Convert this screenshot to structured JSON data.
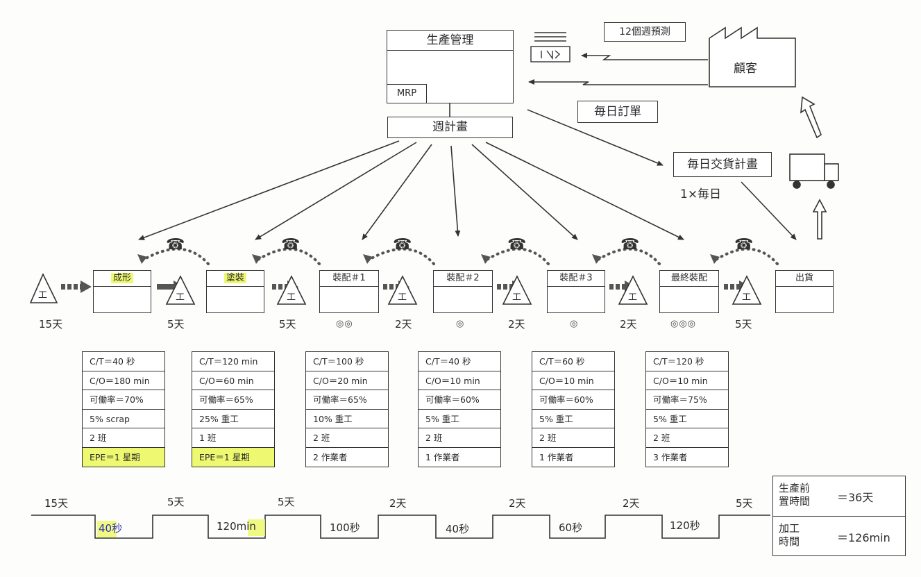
{
  "production_control": {
    "title": "生產管理",
    "mrp": "MRP"
  },
  "weekly_schedule": "週計畫",
  "forecast": "12個週預測",
  "daily_order": "毎日訂單",
  "customer": "顧客",
  "shipping_plan": "毎日交貨計畫",
  "shipping_freq": "1×毎日",
  "inventory_label": "工",
  "phone_glyph": "☎",
  "processes": [
    {
      "name": "成形",
      "highlight": true,
      "operators": ""
    },
    {
      "name": "塗裝",
      "highlight": true,
      "operators": ""
    },
    {
      "name": "裝配＃1",
      "highlight": false,
      "operators": "◎◎"
    },
    {
      "name": "裝配＃2",
      "highlight": false,
      "operators": "◎"
    },
    {
      "name": "裝配＃3",
      "highlight": false,
      "operators": "◎"
    },
    {
      "name": "最終裝配",
      "highlight": false,
      "operators": "◎◎◎"
    },
    {
      "name": "出貨",
      "highlight": false,
      "operators": ""
    }
  ],
  "inventory": [
    "15天",
    "5天",
    "5天",
    "2天",
    "2天",
    "2天",
    "5天"
  ],
  "data_boxes": [
    [
      "C/T＝40 秒",
      "C/O＝180 min",
      "可働率＝70%",
      "5% scrap",
      "2 班",
      "EPE＝1 星期"
    ],
    [
      "C/T＝120 min",
      "C/O＝60 min",
      "可働率＝65%",
      "25% 重工",
      "1 班",
      "EPE＝1 星期"
    ],
    [
      "C/T＝100 秒",
      "C/O＝20 min",
      "可働率＝65%",
      "10% 重工",
      "2 班",
      "2 作業者"
    ],
    [
      "C/T＝40 秒",
      "C/O＝10 min",
      "可働率＝60%",
      "5% 重工",
      "2 班",
      "1 作業者"
    ],
    [
      "C/T＝60 秒",
      "C/O＝10 min",
      "可働率＝60%",
      "5% 重工",
      "2 班",
      "1 作業者"
    ],
    [
      "C/T＝120 秒",
      "C/O＝10 min",
      "可働率＝75%",
      "5% 重工",
      "2 班",
      "3 作業者"
    ]
  ],
  "timeline": {
    "days": [
      "15天",
      "5天",
      "5天",
      "2天",
      "2天",
      "2天",
      "5天"
    ],
    "times": [
      "40秒",
      "120min",
      "100秒",
      "40秒",
      "60秒",
      "120秒"
    ]
  },
  "summary": {
    "lead_time_label": [
      "生產前",
      "置時間"
    ],
    "lead_time_value": "＝36天",
    "process_time_label": [
      "加工",
      "時間"
    ],
    "process_time_value": "＝126min"
  },
  "colors": {
    "highlight": "#eef870",
    "handwriting": "#2b2fb0",
    "line": "#333333"
  }
}
